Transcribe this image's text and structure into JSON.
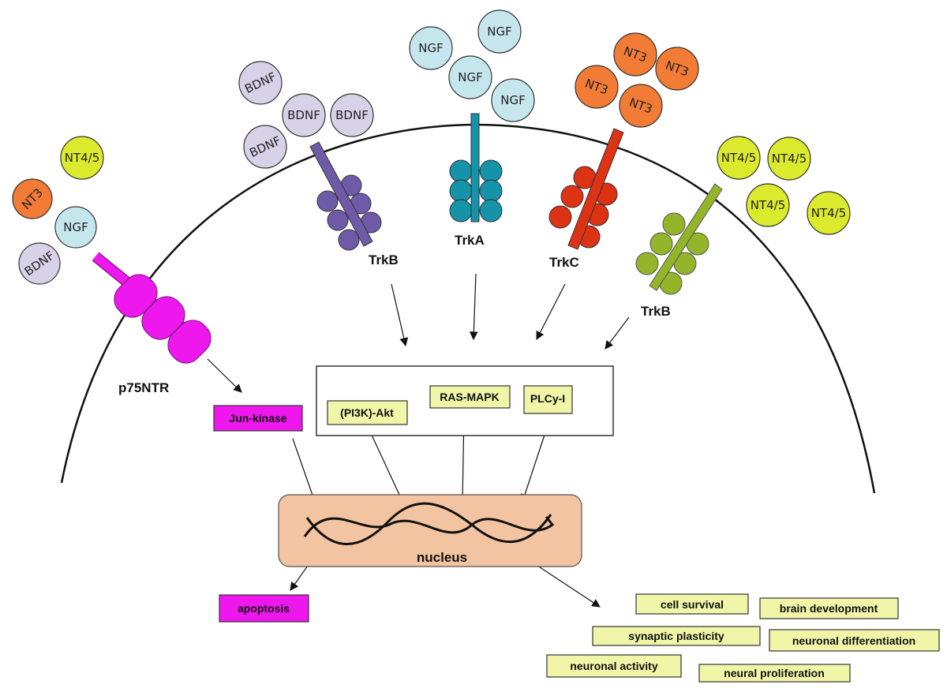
{
  "title": "Neurotrophin receptor signaling",
  "colors": {
    "bdnf": "#d8d2e8",
    "ngf": "#c6e6ee",
    "nt3": "#f27b35",
    "nt45": "#dcea2e",
    "p75": "#ee18ee",
    "trkb1": "#6f5aa8",
    "trka": "#1593a8",
    "trkc": "#dd3214",
    "trkb2": "#94b42a",
    "pathway_box": "#f0f5a8",
    "kinase_box": "#ee18ee",
    "nucleus": "#f2c4a2"
  },
  "ligands": {
    "p75_group": [
      "NT3",
      "NT4/5",
      "NGF",
      "BDNF"
    ],
    "bdnf_group": [
      "BDNF",
      "BDNF",
      "BDNF",
      "BDNF"
    ],
    "ngf_group": [
      "NGF",
      "NGF",
      "NGF",
      "NGF"
    ],
    "nt3_group": [
      "NT3",
      "NT3",
      "NT3",
      "NT3"
    ],
    "nt45_group": [
      "NT4/5",
      "NT4/5",
      "NT4/5",
      "NT4/5"
    ]
  },
  "receptors": {
    "p75": "p75NTR",
    "trkb_left": "TrkB",
    "trka": "TrkA",
    "trkc": "TrkC",
    "trkb_right": "TrkB"
  },
  "pathways": {
    "jun": "Jun-kinase",
    "pi3k": "(PI3K)-Akt",
    "ras": "RAS-MAPK",
    "plc": "PLCy-I"
  },
  "nucleus": "nucleus",
  "apoptosis": "apoptosis",
  "outcomes": {
    "cell_survival": "cell survival",
    "brain_development": "brain development",
    "synaptic_plasticity": "synaptic plasticity",
    "neuronal_differentiation": "neuronal differentiation",
    "neuronal_activity": "neuronal activity",
    "neural_proliferation": "neural proliferation"
  }
}
